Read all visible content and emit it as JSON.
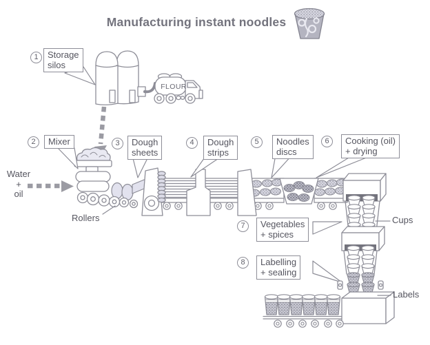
{
  "title": "Manufacturing instant noodles",
  "steps": [
    {
      "num": "1",
      "label": "Storage\nsilos"
    },
    {
      "num": "2",
      "label": "Mixer"
    },
    {
      "num": "3",
      "label": "Dough\nsheets"
    },
    {
      "num": "4",
      "label": "Dough\nstrips"
    },
    {
      "num": "5",
      "label": "Noodles\ndiscs"
    },
    {
      "num": "6",
      "label": "Cooking (oil)\n+ drying"
    },
    {
      "num": "7",
      "label": "Vegetables\n+ spices"
    },
    {
      "num": "8",
      "label": "Labelling\n+ sealing"
    }
  ],
  "annotations": {
    "water_oil": "Water\n+\noil",
    "rollers": "Rollers",
    "cups": "Cups",
    "labels": "Labels",
    "flour": "FLOUR"
  },
  "colors": {
    "outline": "#8d8d97",
    "text": "#55555f",
    "dough": "#e2e2ee",
    "arrow": "#9b9ba3"
  }
}
